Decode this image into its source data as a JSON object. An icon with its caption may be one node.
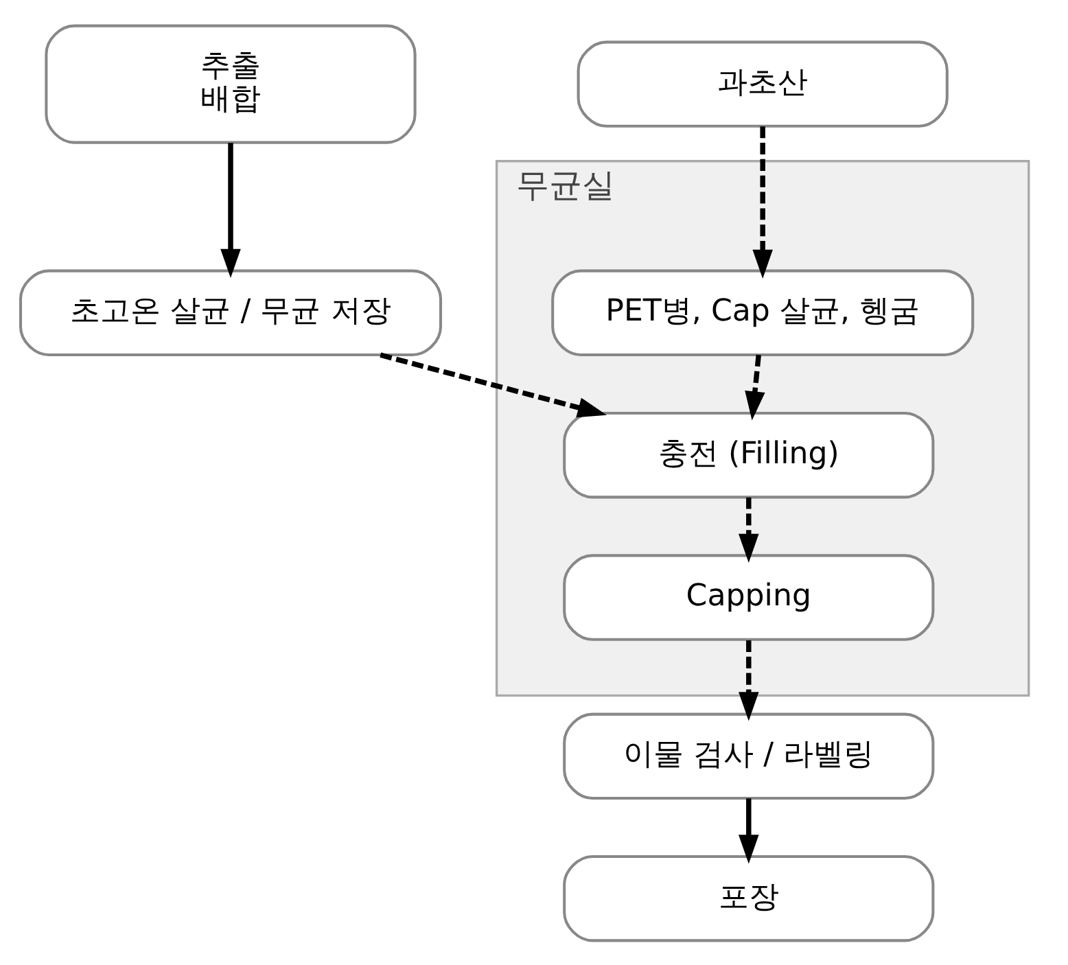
{
  "diagram": {
    "nodes": [
      {
        "text": [
          "무균실"
        ]
      },
      {
        "text": [
          "PET병, Cap 살균, 헹굼"
        ],
        "in": 0
      },
      {
        "text": [
          "충전 (Filling)"
        ],
        "in": 0
      },
      {
        "text": [
          "Capping"
        ],
        "in": 0
      },
      {
        "text": [
          "추출",
          "배합"
        ]
      },
      {
        "text": [
          "초고온 살균 / 무균 저장"
        ]
      },
      {
        "text": [
          "과초산"
        ]
      },
      {
        "text": [
          "이물 검사 / 라벨링"
        ]
      },
      {
        "text": [
          "포장"
        ]
      }
    ],
    "edges": [
      {
        "from": 4,
        "to": 5,
        "arrow": "to"
      },
      {
        "from": 5,
        "to": 2,
        "arrow": "to",
        "style": "dashed"
      },
      {
        "from": 6,
        "to": 1,
        "arrow": "to",
        "style": "dashed"
      },
      {
        "from": 1,
        "to": 2,
        "arrow": "to",
        "style": "dashed"
      },
      {
        "from": 2,
        "to": 3,
        "arrow": "to",
        "style": "dashed"
      },
      {
        "from": 3,
        "to": 7,
        "arrow": "to",
        "style": "dashed"
      },
      {
        "from": 7,
        "to": 8,
        "arrow": "to"
      }
    ]
  }
}
